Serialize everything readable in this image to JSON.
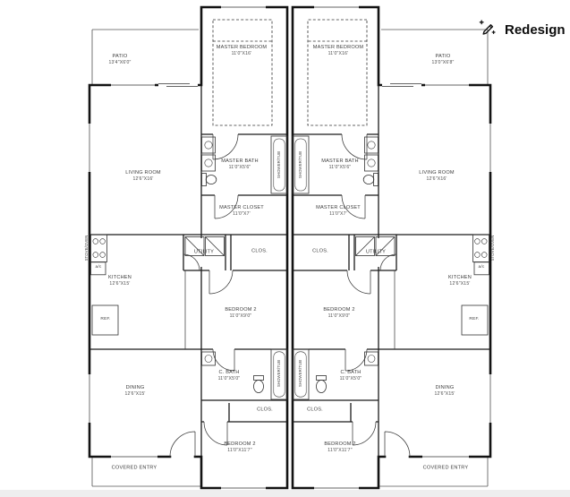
{
  "app": {
    "redesign_button": "Redesign"
  },
  "plan": {
    "left_unit": {
      "patio": {
        "name": "PATIO",
        "dims": "13'4\"X6'0\""
      },
      "master_bedroom": {
        "name": "MASTER BEDROOM",
        "dims": "11'0\"X16'"
      },
      "master_bath": {
        "name": "MASTER BATH",
        "dims": "11'0\"X5'6\""
      },
      "living_room": {
        "name": "LIVING ROOM",
        "dims": "12'6\"X16'"
      },
      "master_closet": {
        "name": "MASTER CLOSET",
        "dims": "11'0\"X7'"
      },
      "utility": {
        "name": "UTILITY"
      },
      "closet_mid": {
        "name": "CLOS."
      },
      "kitchen": {
        "name": "KITCHEN",
        "dims": "12'6\"X15'"
      },
      "fridge": {
        "name": "REF."
      },
      "bedroom_2a": {
        "name": "BEDROOM 2",
        "dims": "11'0\"X9'0\""
      },
      "common_bath": {
        "name": "C. BATH",
        "dims": "11'0\"X5'0\""
      },
      "dining": {
        "name": "DINING",
        "dims": "12'6\"X15'"
      },
      "closet_bottom": {
        "name": "CLOS."
      },
      "bedroom_2b": {
        "name": "BEDROOM 2",
        "dims": "11'0\"X11'7\""
      },
      "covered_entry": {
        "name": "COVERED ENTRY"
      },
      "stove": {
        "name": "STOVE/OVEN"
      },
      "ac": {
        "name": "a/c"
      },
      "shower_master": {
        "name": "SHOWER/TUB"
      },
      "shower_common": {
        "name": "SHOWER/TUB"
      }
    },
    "right_unit": {
      "patio": {
        "name": "PATIO",
        "dims": "13'0\"X6'8\""
      },
      "master_bedroom": {
        "name": "MASTER BEDROOM",
        "dims": "11'0\"X16'"
      },
      "master_bath": {
        "name": "MASTER BATH",
        "dims": "11'0\"X5'6\""
      },
      "living_room": {
        "name": "LIVING ROOM",
        "dims": "12'6\"X16'"
      },
      "master_closet": {
        "name": "MASTER CLOSET",
        "dims": "11'0\"X7'"
      },
      "utility": {
        "name": "UTILITY"
      },
      "closet_mid": {
        "name": "CLOS."
      },
      "kitchen": {
        "name": "KITCHEN",
        "dims": "12'6\"X15'"
      },
      "fridge": {
        "name": "REF."
      },
      "bedroom_2a": {
        "name": "BEDROOM 2",
        "dims": "11'0\"X9'0\""
      },
      "common_bath": {
        "name": "C. BATH",
        "dims": "11'0\"X5'0\""
      },
      "dining": {
        "name": "DINING",
        "dims": "12'6\"X15'"
      },
      "closet_bottom": {
        "name": "CLOS."
      },
      "bedroom_2b": {
        "name": "BEDROOM 2",
        "dims": "11'0\"X11'7\""
      },
      "covered_entry": {
        "name": "COVERED ENTRY"
      },
      "stove": {
        "name": "STOVE/OVEN"
      },
      "ac": {
        "name": "a/c"
      },
      "shower_master": {
        "name": "SHOWER/TUB"
      },
      "shower_common": {
        "name": "SHOWER/TUB"
      }
    }
  }
}
